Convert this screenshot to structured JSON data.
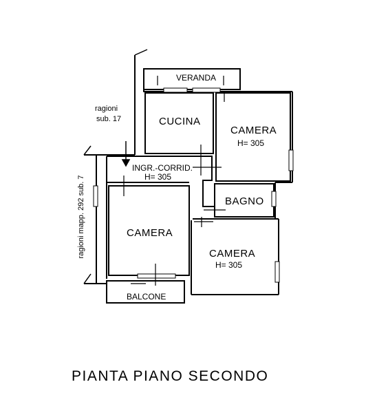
{
  "rooms": {
    "veranda": "VERANDA",
    "cucina": "CUCINA",
    "camera_ne": "CAMERA",
    "camera_ne_height": "H= 305",
    "corridor": "INGR.-CORRID.",
    "corridor_height": "H= 305",
    "bagno": "BAGNO",
    "camera_w": "CAMERA",
    "camera_se": "CAMERA",
    "camera_se_height": "H= 305",
    "balcone": "BALCONE"
  },
  "neighbors": {
    "north_line1": "ragioni",
    "north_line2": "sub. 17",
    "west": "ragioni mapp. 292 sub. 7"
  },
  "title": "PIANTA PIANO SECONDO"
}
